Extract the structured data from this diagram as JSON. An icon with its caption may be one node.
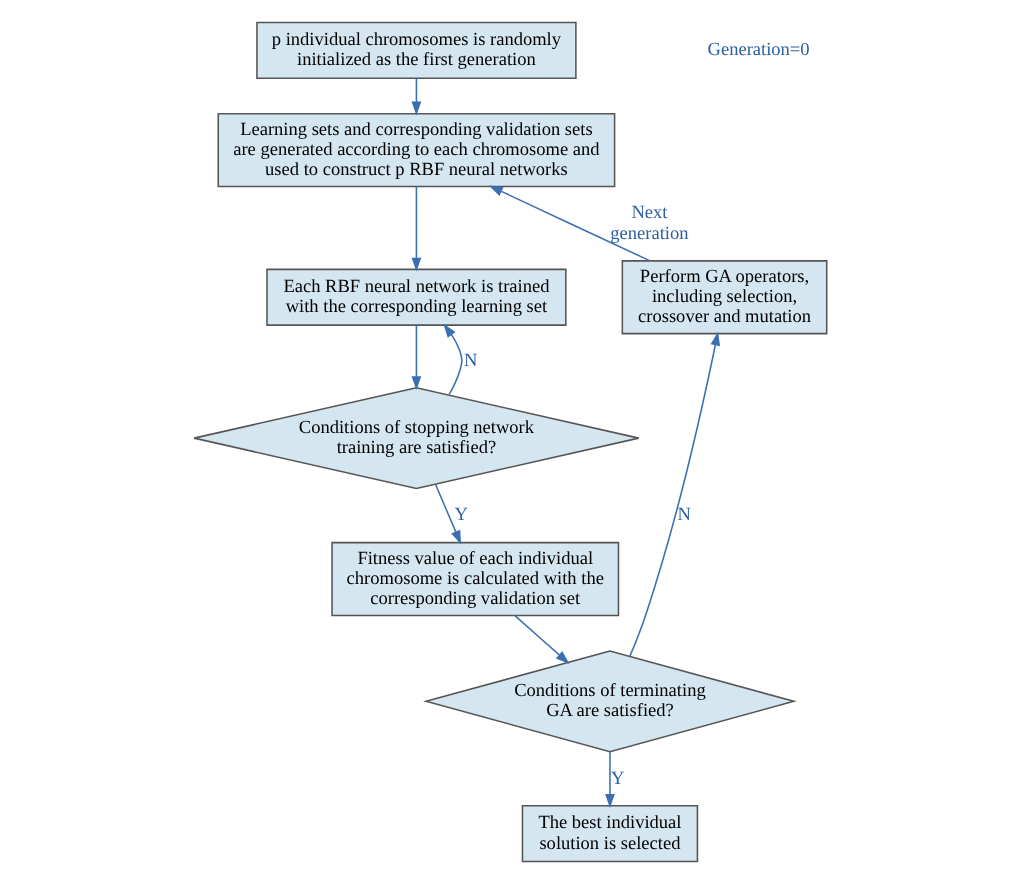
{
  "diagram": {
    "nodes": [
      {
        "text": [
          "p individual chromosomes is randomly initialized as the first generation"
        ]
      },
      {
        "text": [
          "Learning sets and corresponding validation sets are generated according to each chromosome and used to construct p RBF neural networks"
        ]
      },
      {
        "text": [
          "Each RBF neural network is trained with the corresponding learning set"
        ]
      },
      {
        "text": [
          "Conditions of stopping network training are satisfied?"
        ]
      },
      {
        "text": [
          "Fitness value of each individual chromosome is calculated with the corresponding validation set"
        ]
      },
      {
        "text": [
          "Conditions of terminating GA are satisfied?"
        ]
      },
      {
        "text": [
          "The best individual solution is selected"
        ]
      },
      {
        "text": [
          "Perform GA operators, including selection, crossover and mutation"
        ]
      }
    ],
    "edges": [
      {
        "from": 0,
        "to": 1,
        "arrow": "to"
      },
      {
        "from": 1,
        "to": 2,
        "arrow": "to"
      },
      {
        "from": 2,
        "to": 3,
        "arrow": "to"
      },
      {
        "from": 3,
        "to": 2,
        "arrow": "to",
        "label": "N"
      },
      {
        "from": 3,
        "to": 4,
        "arrow": "to",
        "label": "Y"
      },
      {
        "from": 4,
        "to": 5,
        "arrow": "to"
      },
      {
        "from": 5,
        "to": 6,
        "arrow": "to",
        "label": "Y"
      },
      {
        "from": 5,
        "to": 7,
        "arrow": "to",
        "label": "N"
      },
      {
        "from": 7,
        "to": 1,
        "arrow": "to",
        "label": "Next generation"
      }
    ],
    "labels": [
      "Generation=0"
    ]
  }
}
